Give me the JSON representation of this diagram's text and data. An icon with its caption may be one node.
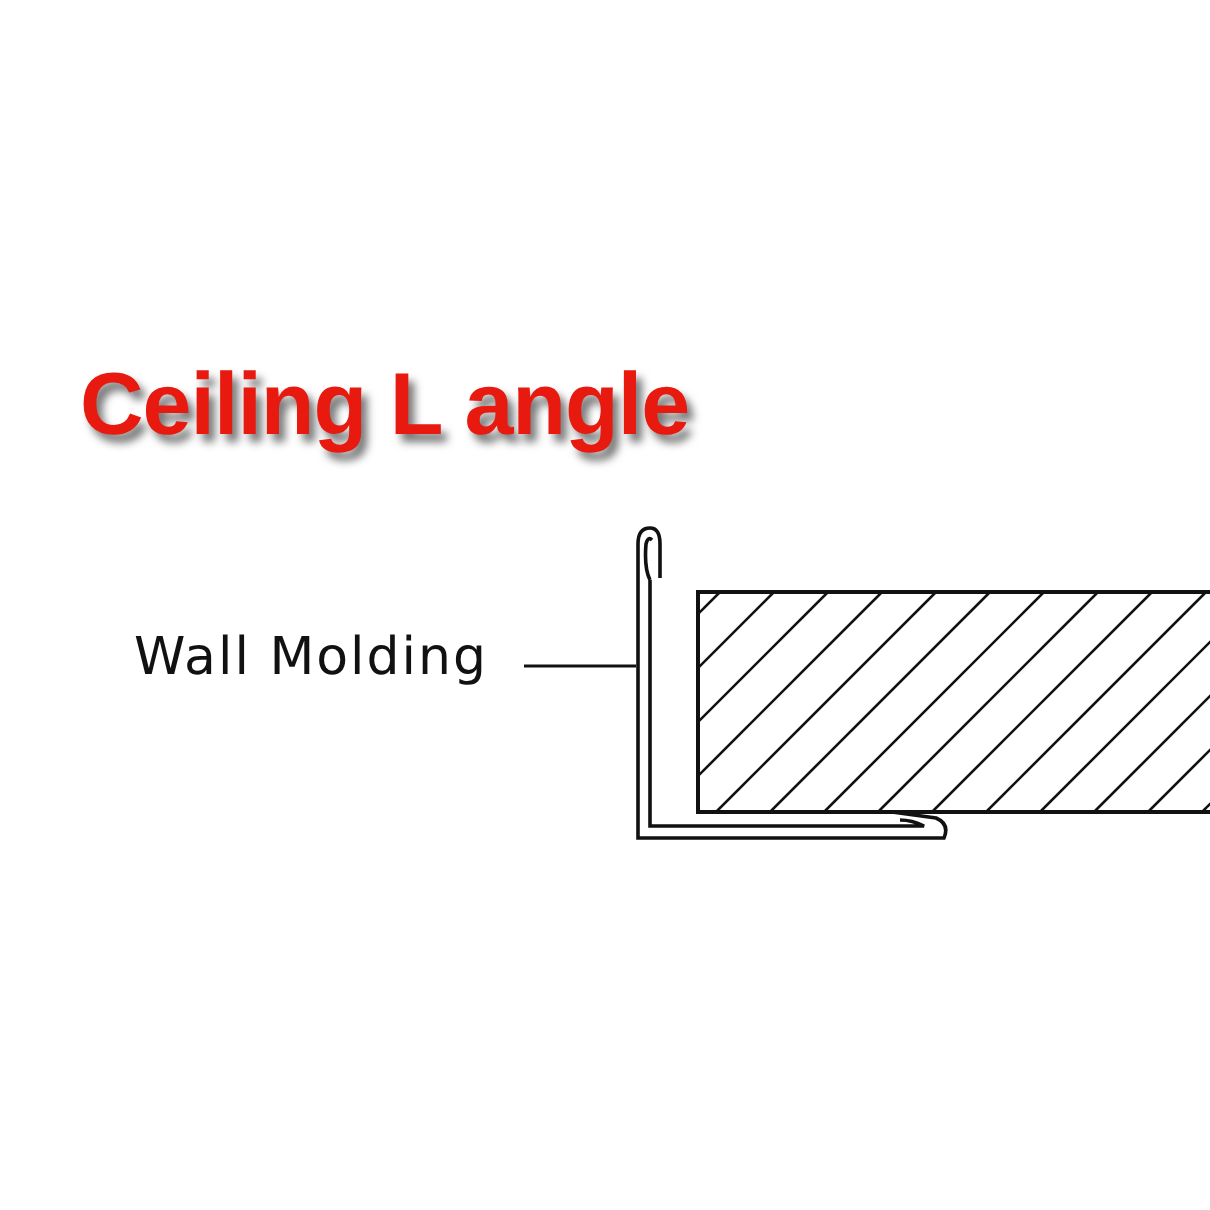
{
  "diagram": {
    "title": "Ceiling L angle",
    "nodes": [
      {
        "text": [
          "Wall Molding"
        ]
      },
      {
        "text": [],
        "shape": "picture"
      }
    ],
    "edges": [
      {
        "from": 0,
        "to": 1,
        "arrow": "none"
      }
    ]
  }
}
